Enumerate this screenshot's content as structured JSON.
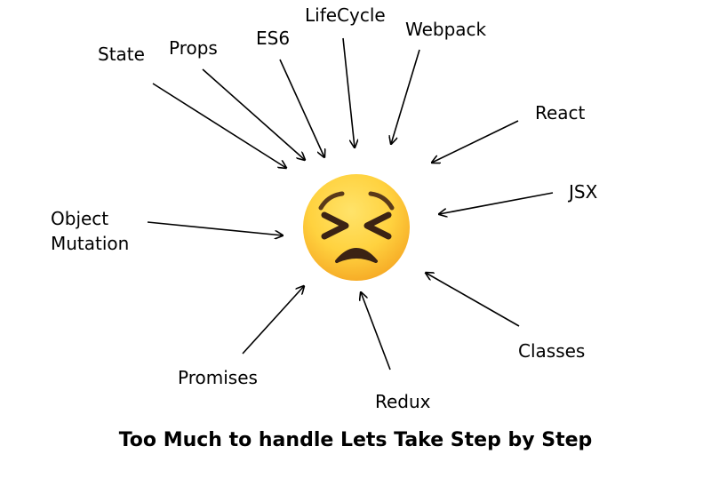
{
  "labels": {
    "state": "State",
    "props": "Props",
    "es6": "ES6",
    "lifecycle": "LifeCycle",
    "webpack": "Webpack",
    "react": "React",
    "jsx": "JSX",
    "object_mutation": [
      "Object",
      "Mutation"
    ],
    "classes": "Classes",
    "redux": "Redux",
    "promises": "Promises"
  },
  "center_icon": "persevering-face-emoji",
  "caption": "Too Much to handle Lets Take Step by Step",
  "colors": {
    "arrow": "#000000",
    "face_light": "#FFD84D",
    "face_dark": "#F5A623",
    "features": "#3B2314"
  }
}
